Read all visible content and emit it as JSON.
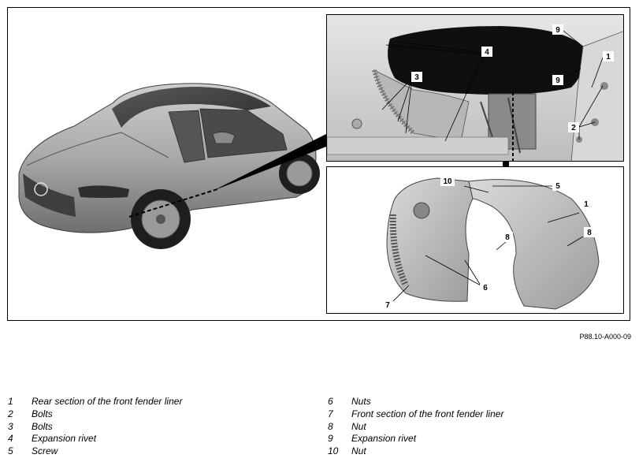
{
  "figure": {
    "code": "P88.10-A000-09",
    "callouts_top": [
      "9",
      "4",
      "1",
      "3",
      "9",
      "2"
    ],
    "callouts_bottom": [
      "10",
      "5",
      "1",
      "8",
      "8",
      "6",
      "7"
    ]
  },
  "legend": [
    {
      "num": "1",
      "text": "Rear section of the front fender liner"
    },
    {
      "num": "2",
      "text": "Bolts"
    },
    {
      "num": "3",
      "text": "Bolts"
    },
    {
      "num": "4",
      "text": "Expansion rivet"
    },
    {
      "num": "5",
      "text": "Screw"
    },
    {
      "num": "6",
      "text": "Nuts"
    },
    {
      "num": "7",
      "text": "Front section of the front fender liner"
    },
    {
      "num": "8",
      "text": "Nut"
    },
    {
      "num": "9",
      "text": "Expansion rivet"
    },
    {
      "num": "10",
      "text": "Nut"
    }
  ]
}
